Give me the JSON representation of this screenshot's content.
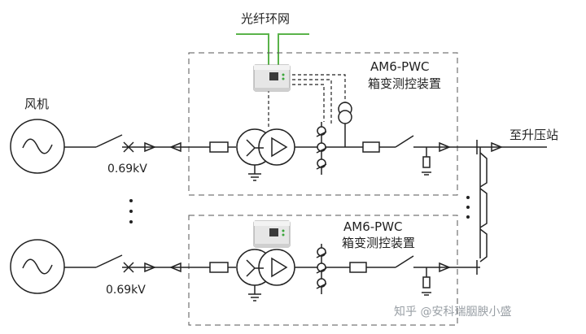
{
  "labels": {
    "fiber_ring": "光纤环网",
    "wind_turbine": "风机",
    "device_top_model": "AM6-PWC",
    "device_top_name": "箱变测控装置",
    "device_bottom_model": "AM6-PWC",
    "device_bottom_name": "箱变测控装置",
    "voltage_top": "0.69kV",
    "voltage_bottom": "0.69kV",
    "to_substation": "至升压站",
    "watermark": "知乎 @安科瑞胭腴小盛"
  },
  "colors": {
    "line": "#222222",
    "fiber": "#5ab34a",
    "dashed_box": "#555555",
    "device_body": "#e6e6e6",
    "device_screen": "#3a3a3a",
    "device_led": "#3aa63a"
  }
}
